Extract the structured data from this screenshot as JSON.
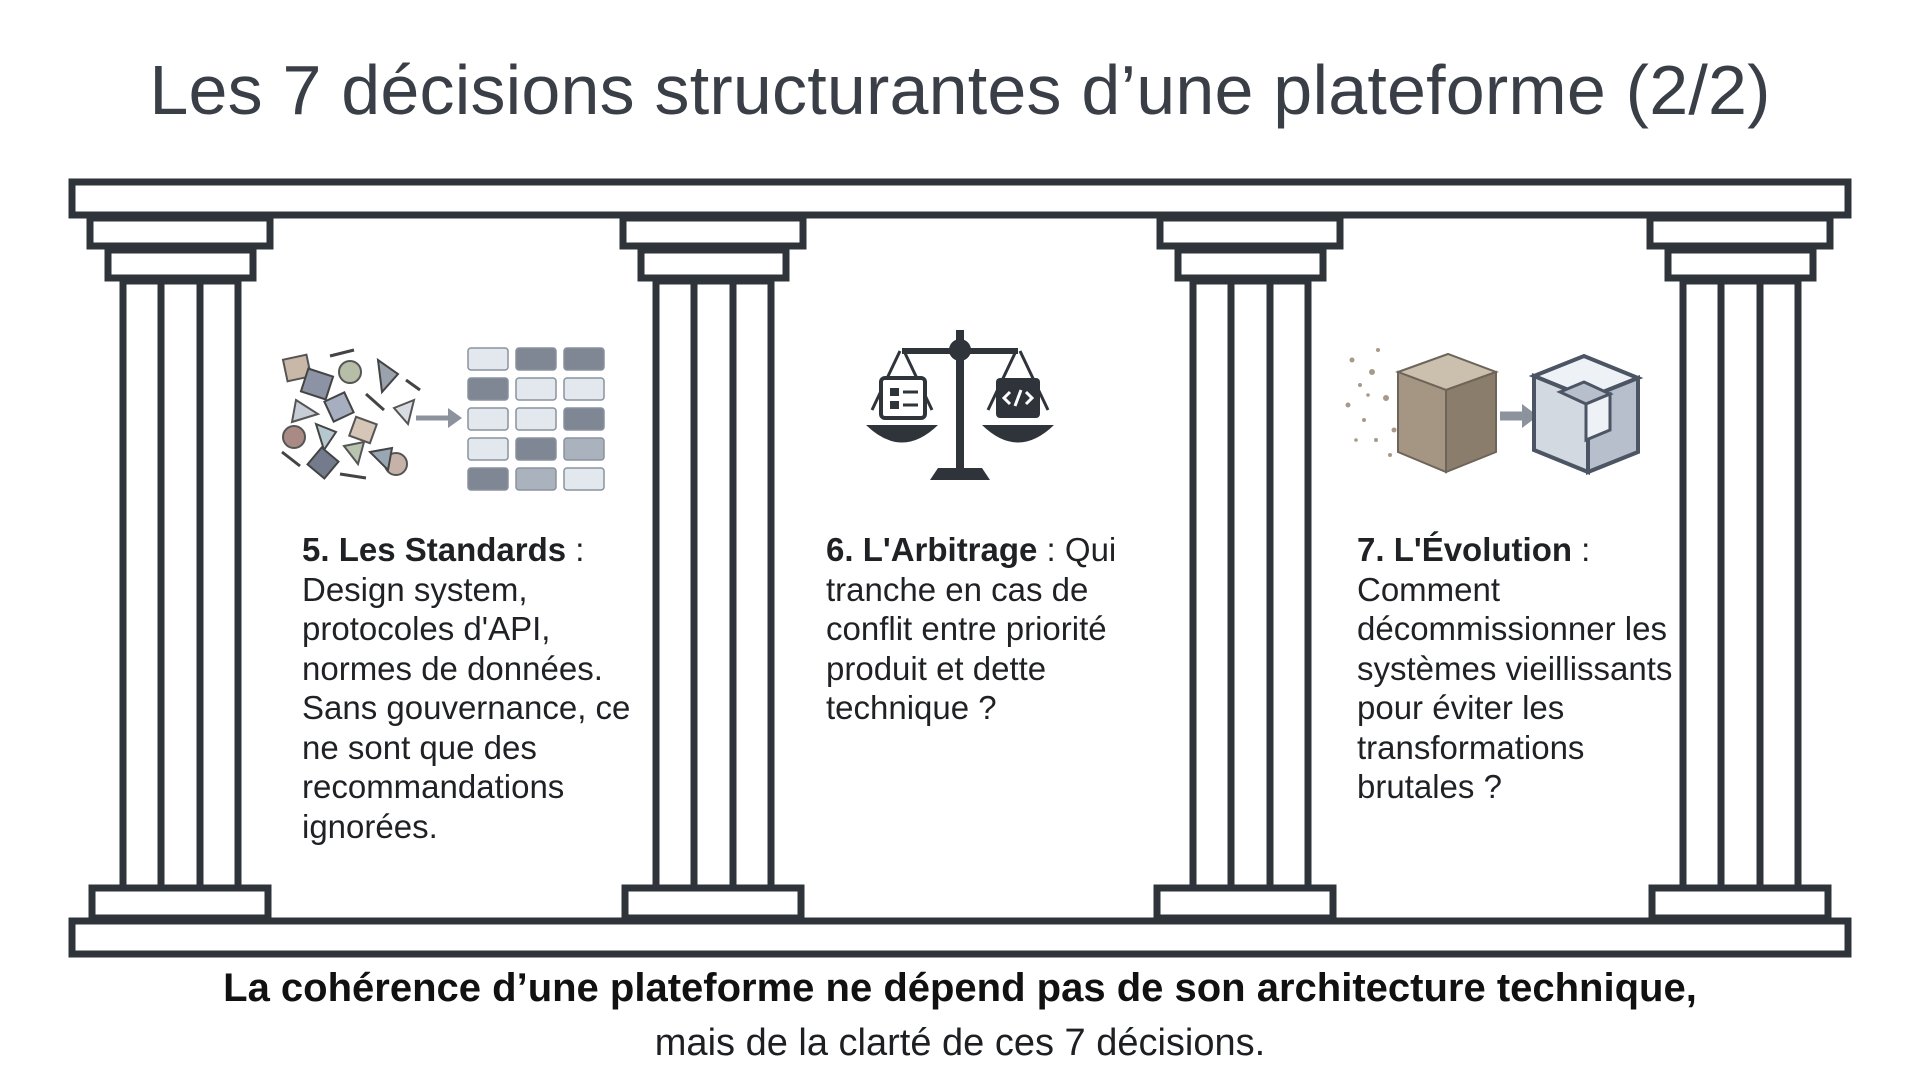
{
  "title": "Les 7 décisions structurantes d’une plateforme (2/2)",
  "panels": [
    {
      "heading": "5. Les Standards",
      "sep": " : ",
      "body": "Design system, protocoles d'API, normes de données. Sans gouvernance, ce ne sont que des recommandations ignorées.",
      "icon": "chaos-to-grid-icon"
    },
    {
      "heading": "6. L'Arbitrage",
      "sep": " : ",
      "body": "Qui tranche en cas de conflit entre priorité produit et dette technique ?",
      "icon": "balance-scale-icon"
    },
    {
      "heading": "7. L'Évolution",
      "sep": " : ",
      "body": "Comment décommissionner les systèmes vieillissants pour éviter les transformations brutales ?",
      "icon": "stone-to-block-icon"
    }
  ],
  "footer": {
    "line1": "La cohérence d’une plateforme ne dépend pas de son architecture technique,",
    "line2": "mais de la clarté de ces 7 décisions."
  },
  "colors": {
    "outline": "#2f343b",
    "title": "#3a3f47",
    "grid_dark": "#7f8794",
    "grid_mid": "#aab2bd",
    "grid_light": "#e3e8ee"
  }
}
